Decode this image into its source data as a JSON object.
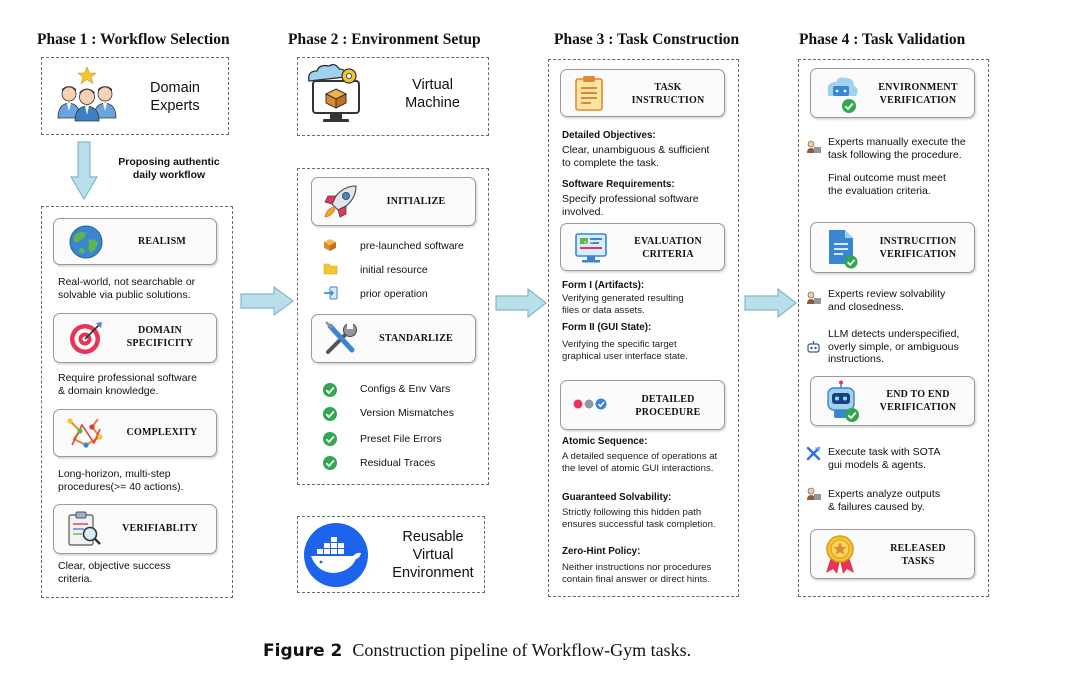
{
  "phases": {
    "p1": "Phase 1 : Workflow Selection",
    "p2": "Phase 2 : Environment Setup",
    "p3": "Phase 3 : Task Construction",
    "p4": "Phase 4 : Task Validation"
  },
  "phase1": {
    "experts": "Domain\nExperts",
    "arrow_label": "Proposing authentic\ndaily workflow",
    "cards": [
      {
        "title": "REALISM",
        "desc": "Real-world, not searchable or\nsolvable via public solutions."
      },
      {
        "title": "DOMAIN\nSPECIFICITY",
        "desc": "Require professional software\n& domain knowledge."
      },
      {
        "title": "COMPLEXITY",
        "desc": "Long-horizon, multi-step\nprocedures(>= 40 actions)."
      },
      {
        "title": "VERIFIABLITY",
        "desc": "Clear, objective success\ncriteria."
      }
    ]
  },
  "phase2": {
    "vm": "Virtual\nMachine",
    "initialize": "INITIALIZE",
    "init_items": [
      "pre-launched software",
      "initial resource",
      "prior operation"
    ],
    "standardize": "STANDARLIZE",
    "std_items": [
      "Configs & Env Vars",
      "Version Mismatches",
      "Preset File Errors",
      "Residual Traces"
    ],
    "reusable": "Reusable\nVirtual\nEnvironment"
  },
  "phase3": {
    "task_instruction": "TASK\nINSTRUCTION",
    "detailed_objectives_label": "Detailed Objectives:",
    "detailed_objectives": "Clear, unambiguous & sufficient\nto complete the task.",
    "software_req_label": "Software Requirements:",
    "software_req": "Specify professional software\ninvolved.",
    "evaluation_criteria": "EVALUATION\nCRITERIA",
    "form1_label": "Form I (Artifacts):",
    "form1": "Verifying generated resulting\nfiles or data assets.",
    "form2_label": "Form II (GUI State):",
    "form2": "Verifying the specific target\ngraphical user interface state.",
    "detailed_procedure": "DETAILED\nPROCEDURE",
    "atomic_label": "Atomic Sequence:",
    "atomic": "A detailed sequence of operations at\nthe level of atomic GUI interactions.",
    "guaranteed_label": "Guaranteed Solvability:",
    "guaranteed": "Strictly following this hidden path\nensures successful task completion.",
    "zero_label": "Zero-Hint Policy:",
    "zero": "Neither instructions nor procedures\ncontain final answer or direct hints."
  },
  "phase4": {
    "env_verification": "ENVIRONMENT\nVERIFICATION",
    "env_text1": "Experts manually execute the\ntask following the procedure.",
    "env_text2": "Final outcome must meet\nthe evaluation criteria.",
    "instr_verification": "INSTRUCITION\nVERIFICATION",
    "instr_text1": "Experts review solvability\nand closedness.",
    "instr_text2": "LLM detects underspecified,\noverly simple, or ambiguous\ninstructions.",
    "e2e_verification": "END TO END\nVERIFICATION",
    "e2e_text1": "Execute task with SOTA\ngui models & agents.",
    "e2e_text2": "Experts analyze outputs\n& failures caused by.",
    "released": "RELEASED\nTASKS"
  },
  "caption": {
    "label": "Figure 2",
    "text": "Construction pipeline of Workflow-Gym tasks."
  },
  "colors": {
    "arrow": "#b9e0ea",
    "arrow_border": "#7fb7c9",
    "check": "#2fa84f",
    "docker": "#1d63ed",
    "dashed_border": "#6b6b6b"
  }
}
